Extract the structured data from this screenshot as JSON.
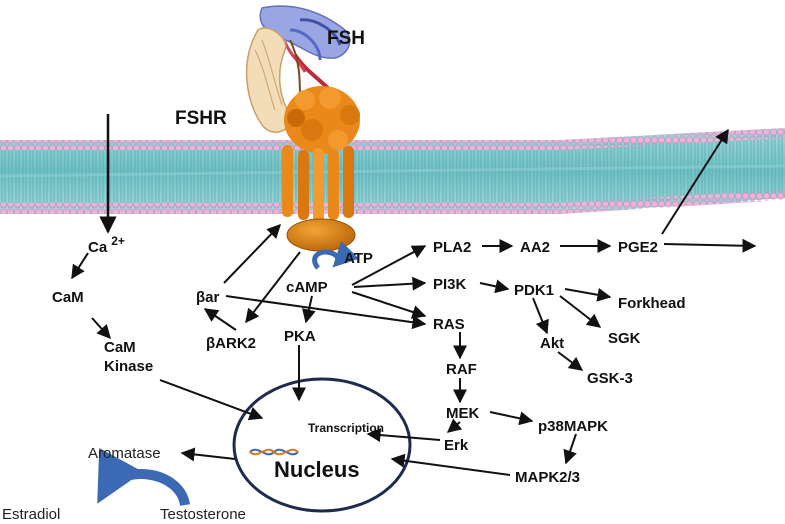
{
  "labels": {
    "fsh": "FSH",
    "fshr": "FSHR",
    "ca": "Ca",
    "ca_sup": "2+",
    "cam": "CaM",
    "cam_kinase_1": "CaM",
    "cam_kinase_2": "Kinase",
    "bar": "βar",
    "bark2": "βARK2",
    "atp": "ATP",
    "camp": "cAMP",
    "pka": "PKA",
    "pla2": "PLA2",
    "aa2": "AA2",
    "pge2": "PGE2",
    "pi3k": "PI3K",
    "pdk1": "PDK1",
    "forkhead": "Forkhead",
    "sgk": "SGK",
    "akt": "Akt",
    "gsk3": "GSK-3",
    "ras": "RAS",
    "raf": "RAF",
    "mek": "MEK",
    "erk": "Erk",
    "p38mapk": "p38MAPK",
    "mapk23": "MAPK2/3",
    "transcription": "Transcription",
    "nucleus": "Nucleus",
    "aromatase": "Aromatase",
    "estradiol": "Estradiol",
    "testosterone": "Testosterone"
  },
  "colors": {
    "membrane_top": "#c9e6ea",
    "membrane_mid": "#6fc0c4",
    "membrane_heads": "#e8b4d9",
    "receptor": "#e07b10",
    "receptor_dark": "#b25a05",
    "fsh_blue": "#6b7fd0",
    "fsh_red": "#c0283a",
    "fshr_ecd": "#e8c79a",
    "nucleus_stroke": "#1d2b4f",
    "curve_arrow": "#3b69b4",
    "arrow": "#111111"
  }
}
